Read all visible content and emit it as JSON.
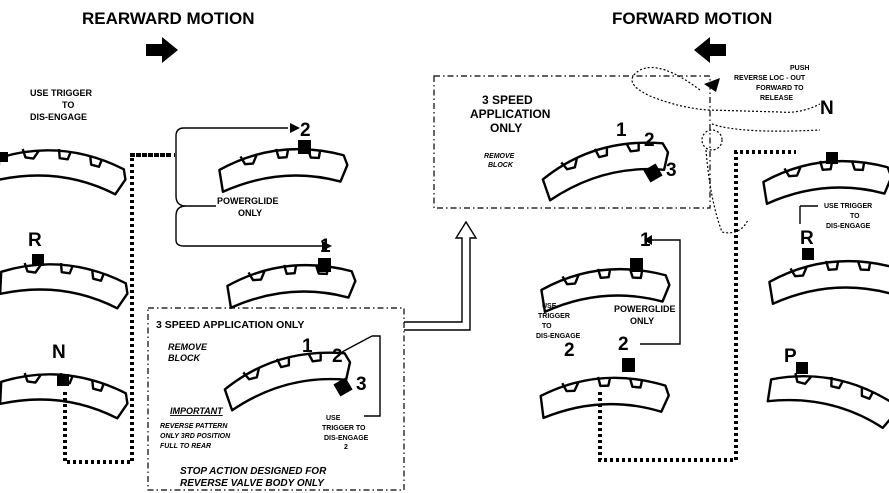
{
  "headings": {
    "rearward": "REARWARD MOTION",
    "forward": "FORWARD MOTION"
  },
  "left": {
    "use_trigger": [
      "USE TRIGGER",
      "TO",
      "DIS-ENGAGE"
    ],
    "label_r": "R",
    "label_n": "N",
    "powerglide_only": [
      "POWERGLIDE",
      "ONLY"
    ],
    "num_2": "2",
    "num_1": "1"
  },
  "lower_box": {
    "title": "3 SPEED APPLICATION ONLY",
    "remove_block": [
      "REMOVE",
      "BLOCK"
    ],
    "n1": "1",
    "n2": "2",
    "n3": "3",
    "important": "IMPORTANT",
    "important_lines": [
      "REVERSE PATTERN",
      "ONLY 3RD POSITION",
      "FULL TO REAR"
    ],
    "use_trigger": [
      "USE",
      "TRIGGER TO",
      "DIS-ENGAGE",
      "2"
    ],
    "stop_action": [
      "STOP ACTION DESIGNED FOR",
      "REVERSE VALVE BODY ONLY"
    ]
  },
  "upper_box": {
    "title": [
      "3 SPEED",
      "APPLICATION",
      "ONLY"
    ],
    "remove_block": [
      "REMOVE",
      "BLOCK"
    ],
    "n1": "1",
    "n2": "2",
    "n3": "3"
  },
  "right": {
    "push_note": [
      "PUSH",
      "REVERSE LOC - OUT",
      "FORWARD TO",
      "RELEASE"
    ],
    "label_n": "N",
    "use_trigger_r": [
      "USE TRIGGER",
      "TO",
      "DIS-ENGAGE"
    ],
    "label_r": "R",
    "num_1": "1",
    "num_2": "2",
    "powerglide_only": [
      "POWERGLIDE",
      "ONLY"
    ],
    "use_trigger_c": [
      "USE",
      "TRIGGER",
      "TO",
      "DIS-ENGAGE"
    ],
    "num_2b": "2",
    "label_p": "P"
  }
}
